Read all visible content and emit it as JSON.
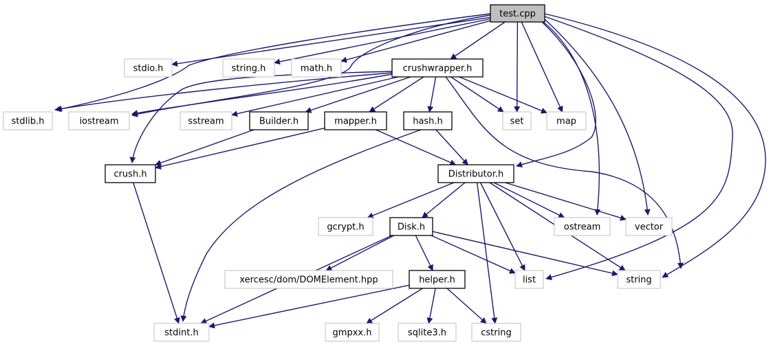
{
  "colors": {
    "edge": "#191970",
    "external_border": "#bfbfbf",
    "internal_border": "#000000",
    "root_fill": "#bfbfbf",
    "background": "#ffffff"
  },
  "nodes": [
    {
      "id": "test_cpp",
      "label": "test.cpp",
      "kind": "root"
    },
    {
      "id": "stdio_h",
      "label": "stdio.h",
      "kind": "external"
    },
    {
      "id": "string_h",
      "label": "string.h",
      "kind": "external"
    },
    {
      "id": "math_h",
      "label": "math.h",
      "kind": "external"
    },
    {
      "id": "crushwrapper_h",
      "label": "crushwrapper.h",
      "kind": "internal"
    },
    {
      "id": "stdlib_h",
      "label": "stdlib.h",
      "kind": "external"
    },
    {
      "id": "iostream",
      "label": "iostream",
      "kind": "external"
    },
    {
      "id": "sstream",
      "label": "sstream",
      "kind": "external"
    },
    {
      "id": "builder_h",
      "label": "Builder.h",
      "kind": "internal"
    },
    {
      "id": "mapper_h",
      "label": "mapper.h",
      "kind": "internal"
    },
    {
      "id": "hash_h",
      "label": "hash.h",
      "kind": "internal"
    },
    {
      "id": "set",
      "label": "set",
      "kind": "external"
    },
    {
      "id": "map",
      "label": "map",
      "kind": "external"
    },
    {
      "id": "crush_h",
      "label": "crush.h",
      "kind": "internal"
    },
    {
      "id": "distributor_h",
      "label": "Distributor.h",
      "kind": "internal"
    },
    {
      "id": "gcrypt_h",
      "label": "gcrypt.h",
      "kind": "external"
    },
    {
      "id": "disk_h",
      "label": "Disk.h",
      "kind": "internal"
    },
    {
      "id": "ostream",
      "label": "ostream",
      "kind": "external"
    },
    {
      "id": "vector",
      "label": "vector",
      "kind": "external"
    },
    {
      "id": "xercesc",
      "label": "xercesc/dom/DOMElement.hpp",
      "kind": "external"
    },
    {
      "id": "helper_h",
      "label": "helper.h",
      "kind": "internal"
    },
    {
      "id": "list",
      "label": "list",
      "kind": "external"
    },
    {
      "id": "string",
      "label": "string",
      "kind": "external"
    },
    {
      "id": "stdint_h",
      "label": "stdint.h",
      "kind": "external"
    },
    {
      "id": "gmpxx_h",
      "label": "gmpxx.h",
      "kind": "external"
    },
    {
      "id": "sqlite3_h",
      "label": "sqlite3.h",
      "kind": "external"
    },
    {
      "id": "cstring",
      "label": "cstring",
      "kind": "external"
    }
  ],
  "edges": [
    [
      "test_cpp",
      "stdio_h"
    ],
    [
      "test_cpp",
      "string_h"
    ],
    [
      "test_cpp",
      "math_h"
    ],
    [
      "test_cpp",
      "crushwrapper_h"
    ],
    [
      "test_cpp",
      "stdlib_h"
    ],
    [
      "test_cpp",
      "iostream"
    ],
    [
      "test_cpp",
      "set"
    ],
    [
      "test_cpp",
      "map"
    ],
    [
      "test_cpp",
      "distributor_h"
    ],
    [
      "test_cpp",
      "ostream"
    ],
    [
      "test_cpp",
      "vector"
    ],
    [
      "test_cpp",
      "list"
    ],
    [
      "test_cpp",
      "string"
    ],
    [
      "crushwrapper_h",
      "stdlib_h"
    ],
    [
      "crushwrapper_h",
      "iostream"
    ],
    [
      "crushwrapper_h",
      "sstream"
    ],
    [
      "crushwrapper_h",
      "builder_h"
    ],
    [
      "crushwrapper_h",
      "mapper_h"
    ],
    [
      "crushwrapper_h",
      "hash_h"
    ],
    [
      "crushwrapper_h",
      "set"
    ],
    [
      "crushwrapper_h",
      "map"
    ],
    [
      "crushwrapper_h",
      "crush_h"
    ],
    [
      "crushwrapper_h",
      "string"
    ],
    [
      "builder_h",
      "crush_h"
    ],
    [
      "mapper_h",
      "crush_h"
    ],
    [
      "mapper_h",
      "distributor_h"
    ],
    [
      "hash_h",
      "distributor_h"
    ],
    [
      "hash_h",
      "stdint_h"
    ],
    [
      "crush_h",
      "stdint_h"
    ],
    [
      "distributor_h",
      "gcrypt_h"
    ],
    [
      "distributor_h",
      "disk_h"
    ],
    [
      "distributor_h",
      "ostream"
    ],
    [
      "distributor_h",
      "vector"
    ],
    [
      "distributor_h",
      "list"
    ],
    [
      "distributor_h",
      "string"
    ],
    [
      "distributor_h",
      "cstring"
    ],
    [
      "disk_h",
      "xercesc"
    ],
    [
      "disk_h",
      "helper_h"
    ],
    [
      "disk_h",
      "list"
    ],
    [
      "disk_h",
      "string"
    ],
    [
      "disk_h",
      "stdint_h"
    ],
    [
      "helper_h",
      "stdint_h"
    ],
    [
      "helper_h",
      "gmpxx_h"
    ],
    [
      "helper_h",
      "sqlite3_h"
    ],
    [
      "helper_h",
      "cstring"
    ]
  ]
}
